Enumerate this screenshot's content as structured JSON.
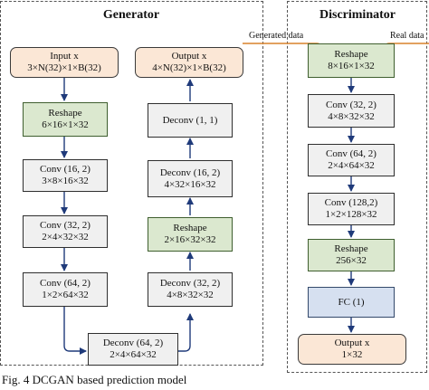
{
  "generator": {
    "title": "Generator",
    "input": {
      "label": "Input x",
      "dims": "3×N(32)×1×B(32)"
    },
    "reshape": {
      "label": "Reshape",
      "dims": "6×16×1×32"
    },
    "conv1": {
      "label": "Conv (16, 2)",
      "dims": "3×8×16×32"
    },
    "conv2": {
      "label": "Conv (32, 2)",
      "dims": "2×4×32×32"
    },
    "conv3": {
      "label": "Conv (64, 2)",
      "dims": "1×2×64×32"
    },
    "deconv_bottom": {
      "label": "Deconv (64, 2)",
      "dims": "2×4×64×32"
    },
    "deconv2": {
      "label": "Deconv (32, 2)",
      "dims": "4×8×32×32"
    },
    "reshape2": {
      "label": "Reshape",
      "dims": "2×16×32×32"
    },
    "deconv3": {
      "label": "Deconv (16, 2)",
      "dims": "4×32×16×32"
    },
    "deconv4": {
      "label": "Deconv (1, 1)"
    },
    "output": {
      "label": "Output x",
      "dims": "4×N(32)×1×B(32)"
    }
  },
  "discriminator": {
    "title": "Discriminator",
    "reshape": {
      "label": "Reshape",
      "dims": "8×16×1×32"
    },
    "conv1": {
      "label": "Conv (32, 2)",
      "dims": "4×8×32×32"
    },
    "conv2": {
      "label": "Conv (64, 2)",
      "dims": "2×4×64×32"
    },
    "conv3": {
      "label": "Conv (128,2)",
      "dims": "1×2×128×32"
    },
    "reshape2": {
      "label": "Reshape",
      "dims": "256×32"
    },
    "fc": {
      "label": "FC (1)"
    },
    "output": {
      "label": "Output x",
      "dims": "1×32"
    }
  },
  "flows": {
    "generated": "Generated data",
    "real": "Real data"
  },
  "caption": "Fig. 4 DCGAN based prediction model",
  "colors": {
    "arrow": "#1f3a7a",
    "flow_arrow": "#d9822b",
    "reshape_fill": "#dbe8cf",
    "io_fill": "#fbe7d6",
    "fc_fill": "#d6e0f0"
  }
}
